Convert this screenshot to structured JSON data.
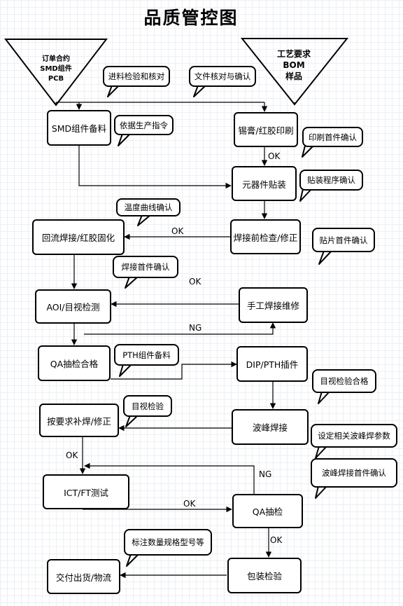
{
  "title": "品质管控图",
  "sources": {
    "left": [
      "订单合约",
      "SMD组件",
      "PCB"
    ],
    "right": [
      "工艺要求",
      "BOM",
      "样品"
    ]
  },
  "nodes": {
    "smd_prep": "SMD组件备料",
    "solder_print": "锡膏/红胶印刷",
    "component_mount": "元器件贴装",
    "pre_weld_check": "焊接前检查/修正",
    "reflow": "回流焊接/红胶固化",
    "aoi": "AOI/目视检测",
    "manual_weld": "手工焊接维修",
    "qa_sample": "QA抽检合格",
    "dip_pth": "DIP/PTH插件",
    "wave_solder": "波峰焊接",
    "rework": "按要求补焊/修正",
    "ict_ft": "ICT/FT测试",
    "qa_check": "QA抽检",
    "pack_check": "包装检验",
    "delivery": "交付出货/物流"
  },
  "notes": {
    "incoming_check": "进料检验和核对",
    "doc_check": "文件核对与确认",
    "per_instruction": "依据生产指令",
    "print_first": "印刷首件确认",
    "mount_program": "贴装程序确认",
    "temp_curve": "温度曲线确认",
    "mount_first": "贴片首件确认",
    "weld_first": "焊接首件确认",
    "pth_prep": "PTH组件备料",
    "visual_pass": "目视检验合格",
    "visual_check": "目视检验",
    "wave_params": "设定相关波峰焊参数",
    "wave_first": "波峰焊接首件确认",
    "label_specs": "标注数量规格型号等"
  },
  "labels": {
    "ok_1": "OK",
    "ok_2": "OK",
    "ok_3": "OK",
    "ng_1": "NG",
    "ok_4": "OK",
    "ng_2": "NG",
    "ok_5": "OK",
    "ok_6": "OK"
  },
  "colors": {
    "line": "#000000",
    "grid": "#eceff3",
    "fill": "#ffffff"
  }
}
